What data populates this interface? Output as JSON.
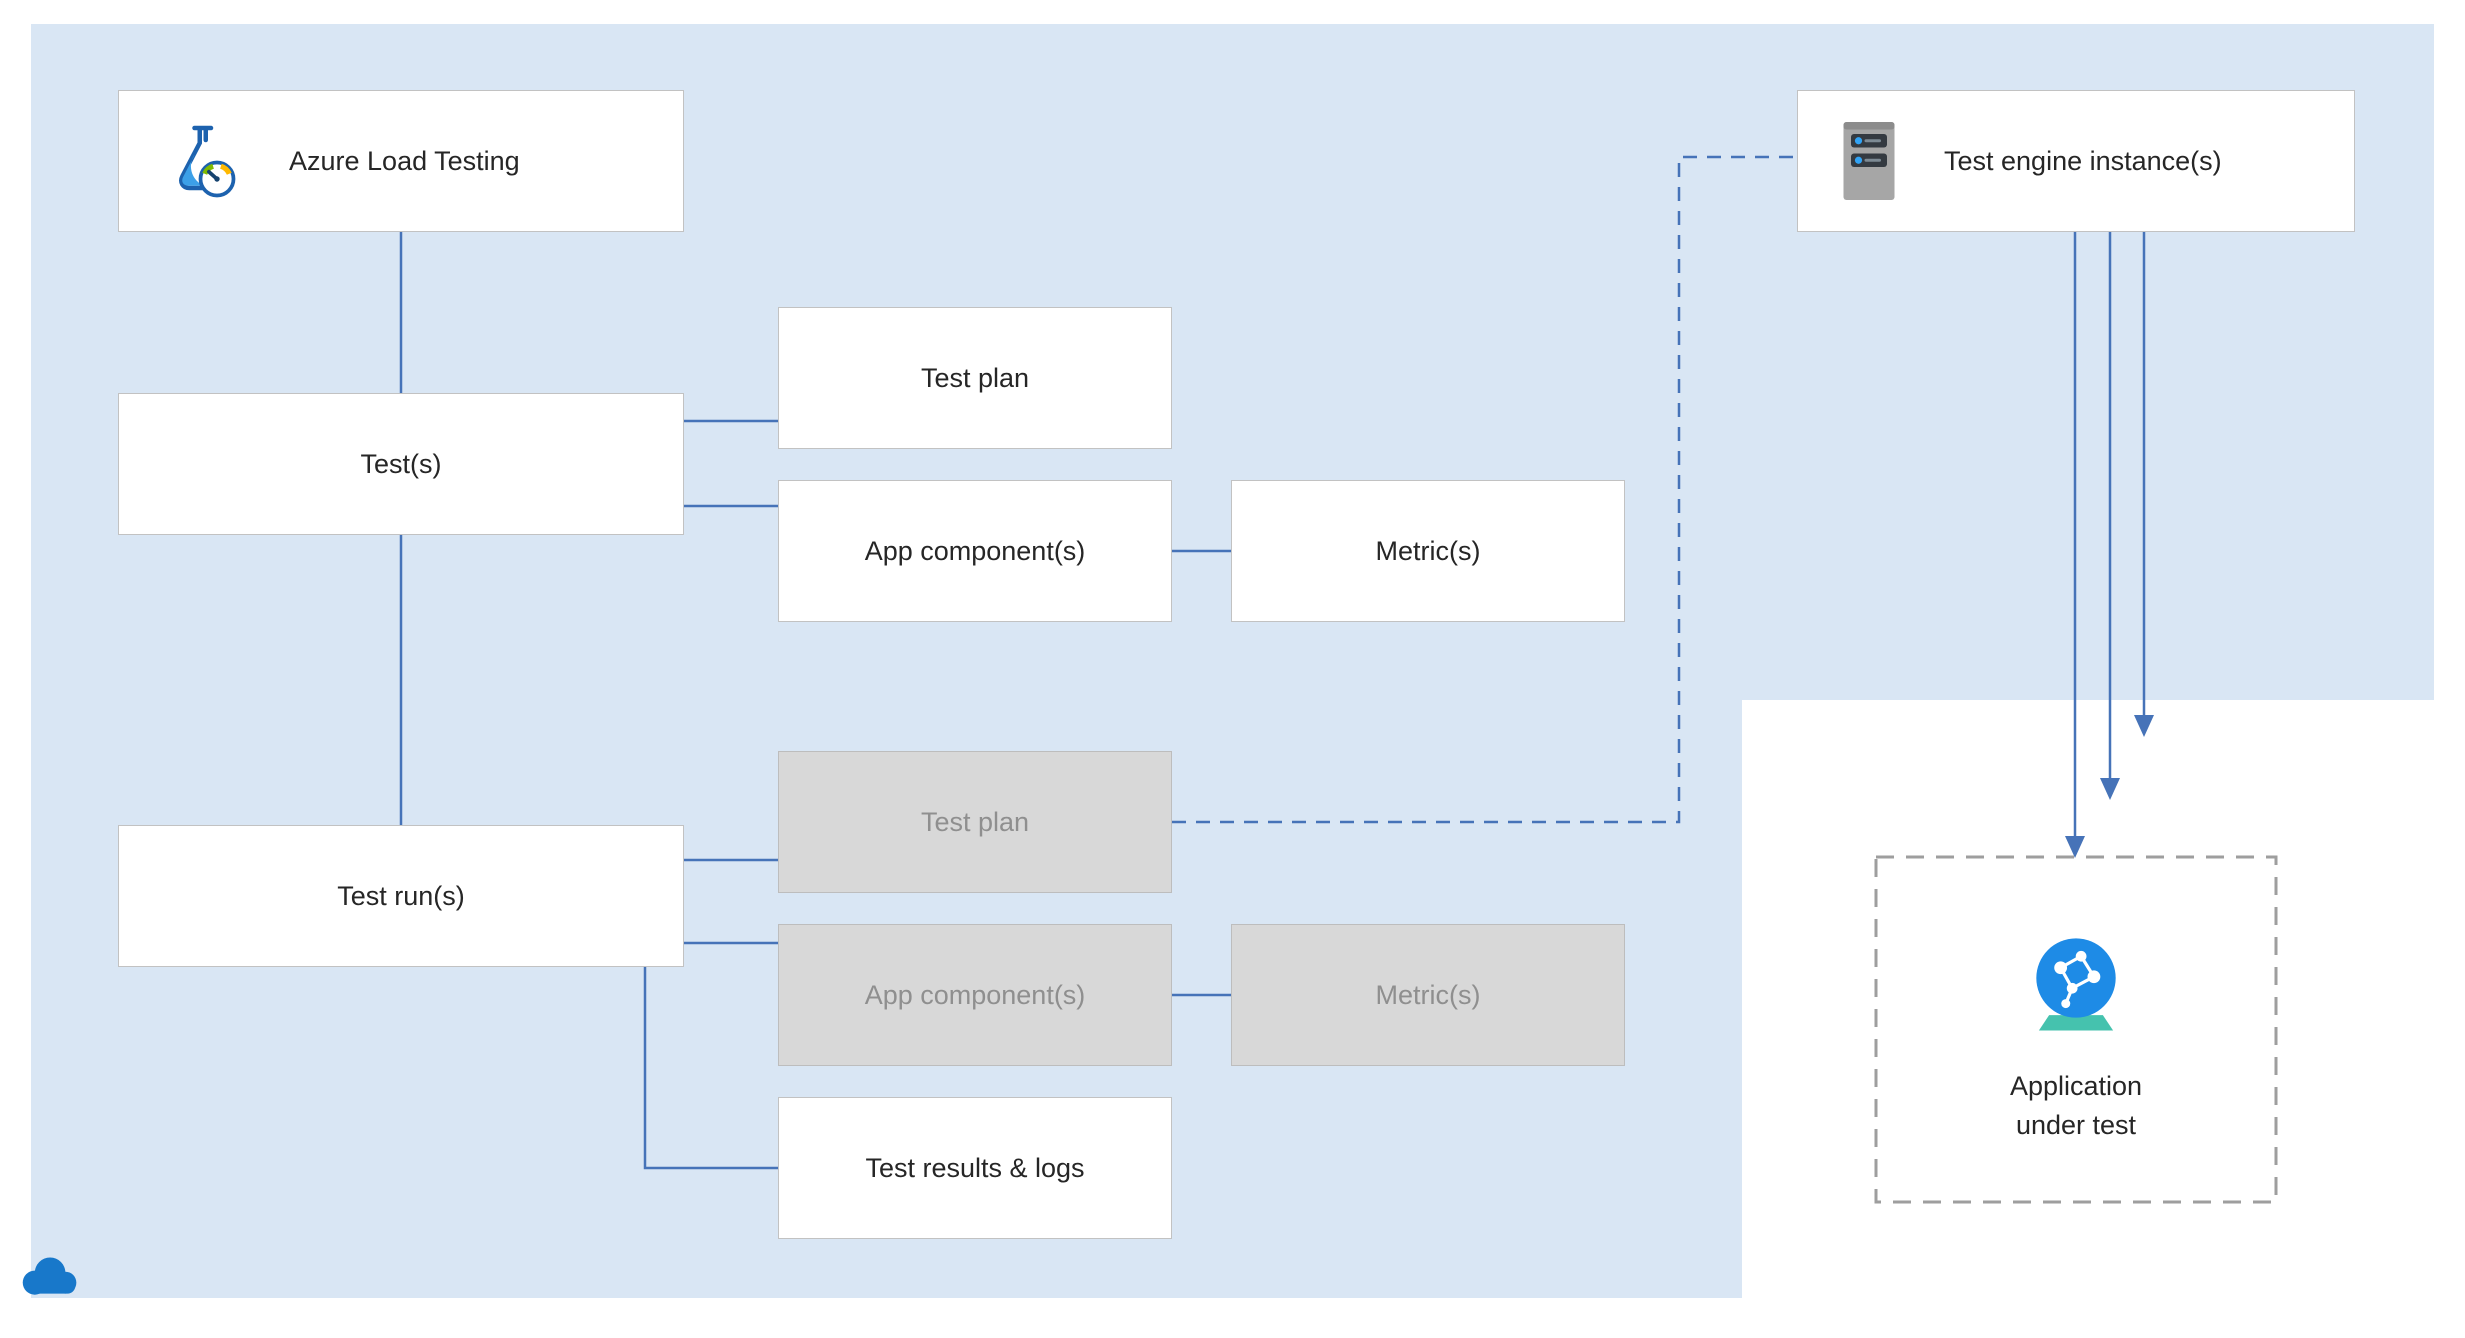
{
  "colors": {
    "diagram_background": "#d9e6f4",
    "connector_blue": "#4673b8",
    "box_white": "#ffffff",
    "box_gray": "#d8d8d8",
    "box_border": "#c2c2c2",
    "text_dark": "#262626",
    "text_gray": "#8f8f8f",
    "dashed_box_border": "#9e9e9e",
    "cloud_blue": "#1878ca"
  },
  "nodes": {
    "azure_load_testing": {
      "label": "Azure Load Testing",
      "icon": "load-testing-flask-icon"
    },
    "tests": {
      "label": "Test(s)"
    },
    "test_plan": {
      "label": "Test plan"
    },
    "app_components": {
      "label": "App component(s)"
    },
    "metrics": {
      "label": "Metric(s)"
    },
    "test_runs": {
      "label": "Test run(s)"
    },
    "run_test_plan": {
      "label": "Test plan"
    },
    "run_app_components": {
      "label": "App component(s)"
    },
    "run_metrics": {
      "label": "Metric(s)"
    },
    "test_results": {
      "label": "Test results & logs"
    },
    "test_engine": {
      "label": "Test engine instance(s)",
      "icon": "server-icon"
    },
    "application_under_test": {
      "label": "Application\nunder test",
      "icon": "globe-app-icon"
    }
  },
  "decorations": {
    "cloud": "azure-cloud-icon"
  }
}
